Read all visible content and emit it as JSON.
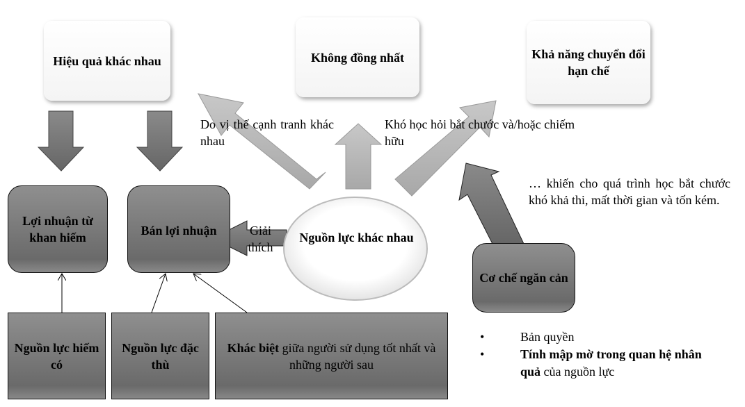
{
  "top_boxes": {
    "effect": "Hiệu quả khác nhau",
    "heterogeneous": "Không đồng nhất",
    "transfer": "Khả năng chuyển đổi hạn chế"
  },
  "mid_boxes": {
    "scarcity_rent": "Lợi nhuận từ khan hiếm",
    "quasi_rent": "Bán lợi nhuận"
  },
  "center": "Nguồn lực khác nhau",
  "explain_label": "Giải thích",
  "labels": {
    "competitive": "Do vị thế cạnh tranh khác nhau",
    "imitation": "Khó học hỏi bắt chước và/hoặc chiếm hữu",
    "mechanism_note": "… khiến cho quá trình học bắt chước khó khả thi, mất thời gian và tốn kém."
  },
  "mechanism": "Cơ chế ngăn cản",
  "bottom_boxes": {
    "scarce": "Nguồn lực hiếm có",
    "specific": "Nguồn lực đặc thù",
    "diff_bold": "Khác biệt",
    "diff_rest": " giữa người sử dụng tốt nhất và những người sau"
  },
  "bullets": [
    {
      "bold": "",
      "text": "Bản quyền"
    },
    {
      "bold": "Tính mập mờ trong quan hệ nhân quả",
      "text": " của nguồn lực"
    }
  ],
  "colors": {
    "light_arrow": "#b4b4b4",
    "dark_arrow": "#7a7a7a"
  }
}
